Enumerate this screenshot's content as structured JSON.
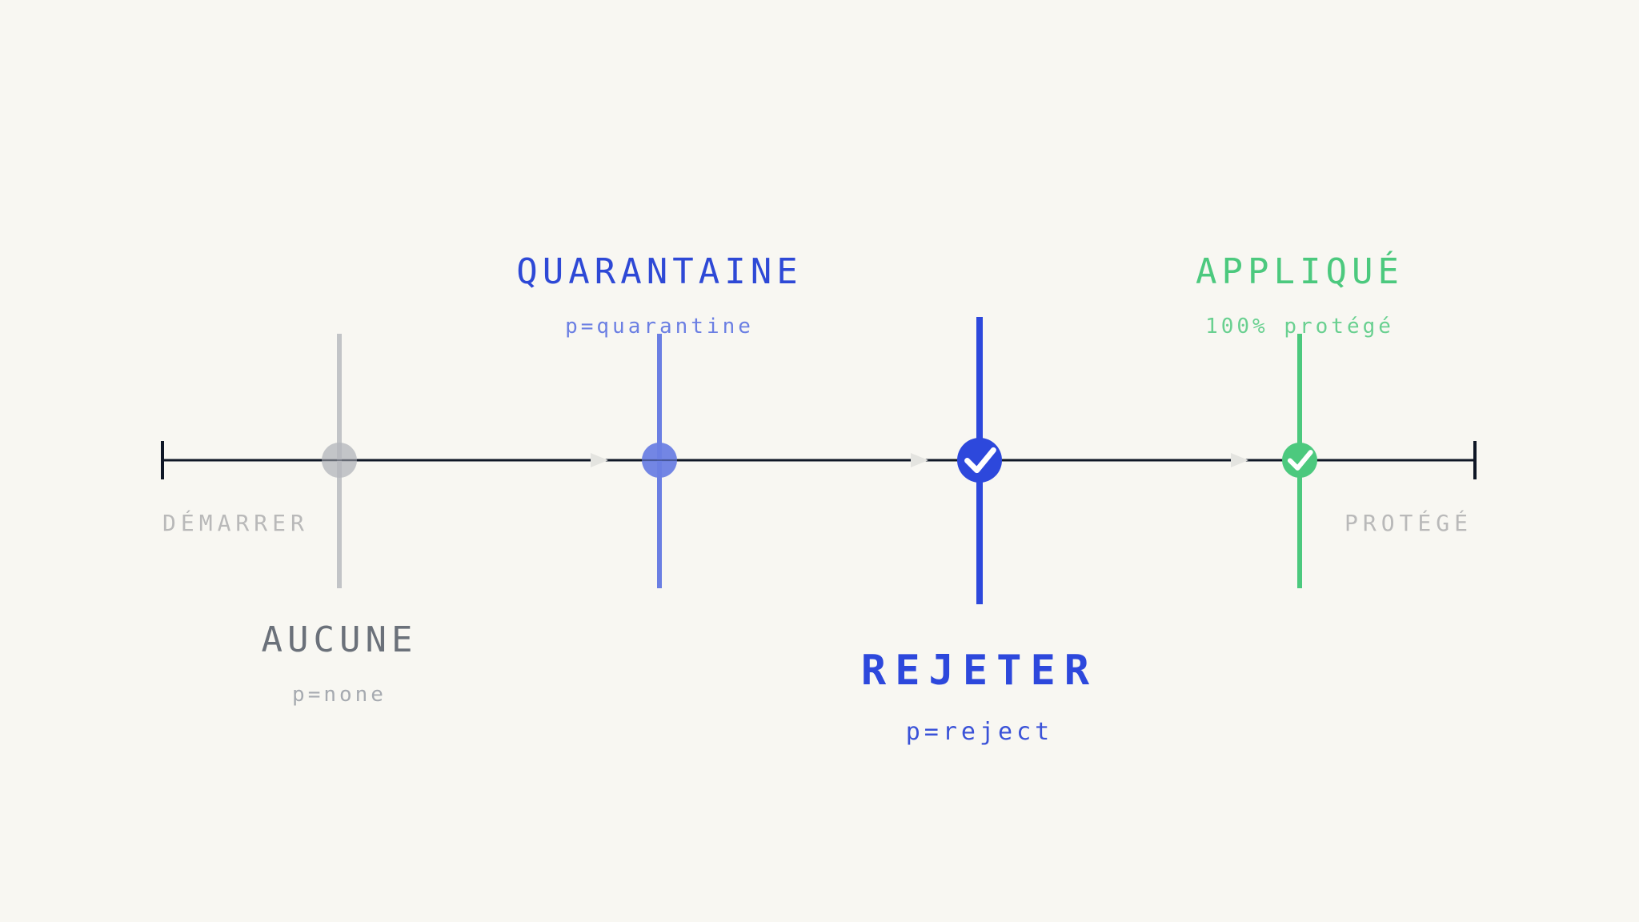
{
  "timeline": {
    "start_label": "DÉMARRER",
    "end_label": "PROTÉGÉ",
    "stages": [
      {
        "title": "AUCUNE",
        "subtitle": "p=none",
        "state": "pending",
        "color": "#b5b8bd",
        "title_color": "#6b717a",
        "sub_color": "#a6aab0",
        "completed": false,
        "label_side": "below"
      },
      {
        "title": "QUARANTAINE",
        "subtitle": "p=quarantine",
        "state": "pending",
        "color": "#6b7fe3",
        "title_color": "#2e49d6",
        "sub_color": "#6b7fe3",
        "completed": false,
        "label_side": "above"
      },
      {
        "title": "REJETER",
        "subtitle": "p=reject",
        "state": "active",
        "color": "#2d48dc",
        "title_color": "#2d48dc",
        "sub_color": "#3a52d8",
        "completed": true,
        "label_side": "below"
      },
      {
        "title": "APPLIQUÉ",
        "subtitle": "100% protégé",
        "state": "done",
        "color": "#4cc97e",
        "title_color": "#4cc97e",
        "sub_color": "#69d090",
        "completed": true,
        "label_side": "above"
      }
    ],
    "axis_color": "#0f1726",
    "arrow_color": "#e4e4e0"
  }
}
